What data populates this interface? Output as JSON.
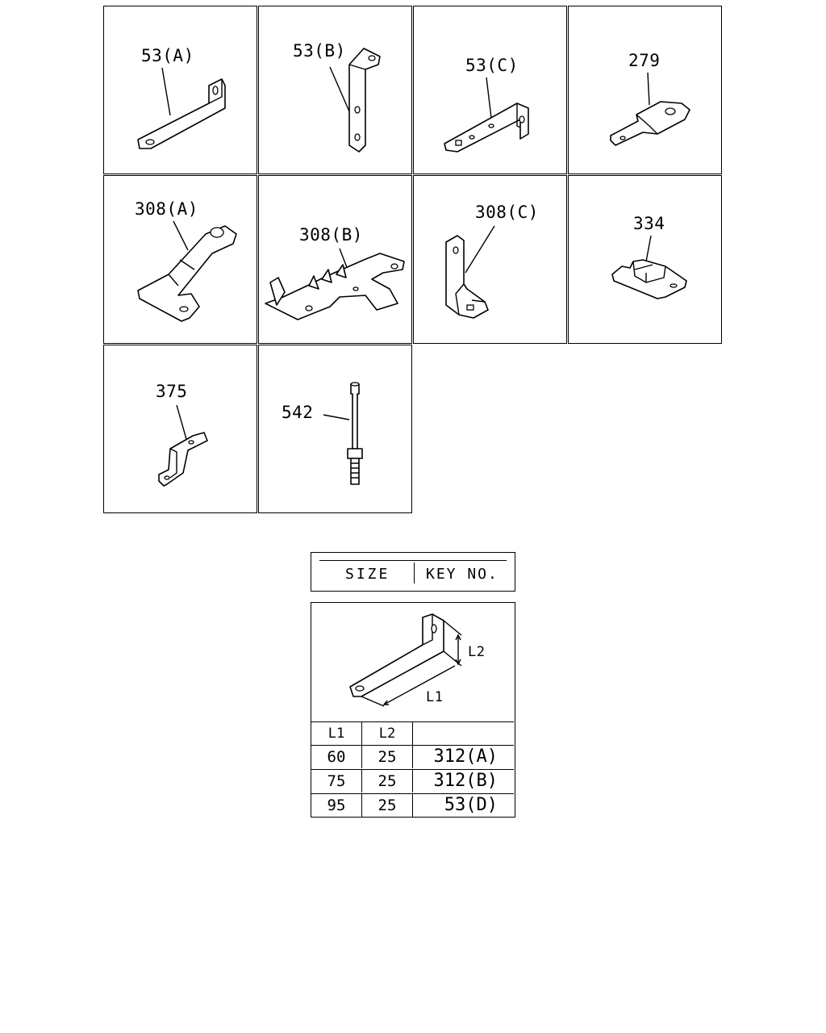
{
  "parts": [
    {
      "id": "53a",
      "label": "53(A)"
    },
    {
      "id": "53b",
      "label": "53(B)"
    },
    {
      "id": "53c",
      "label": "53(C)"
    },
    {
      "id": "279",
      "label": "279"
    },
    {
      "id": "308a",
      "label": "308(A)"
    },
    {
      "id": "308b",
      "label": "308(B)"
    },
    {
      "id": "308c",
      "label": "308(C)"
    },
    {
      "id": "334",
      "label": "334"
    },
    {
      "id": "375",
      "label": "375"
    },
    {
      "id": "542",
      "label": "542"
    }
  ],
  "size_header": {
    "size": "SIZE",
    "key_no": "KEY NO."
  },
  "dimension_labels": {
    "l1": "L1",
    "l2": "L2"
  },
  "size_table": {
    "columns": [
      "L1",
      "L2",
      ""
    ],
    "rows": [
      {
        "l1": "60",
        "l2": "25",
        "key": "312(A)"
      },
      {
        "l1": "75",
        "l2": "25",
        "key": "312(B)"
      },
      {
        "l1": "95",
        "l2": "25",
        "key": "53(D)"
      }
    ]
  }
}
